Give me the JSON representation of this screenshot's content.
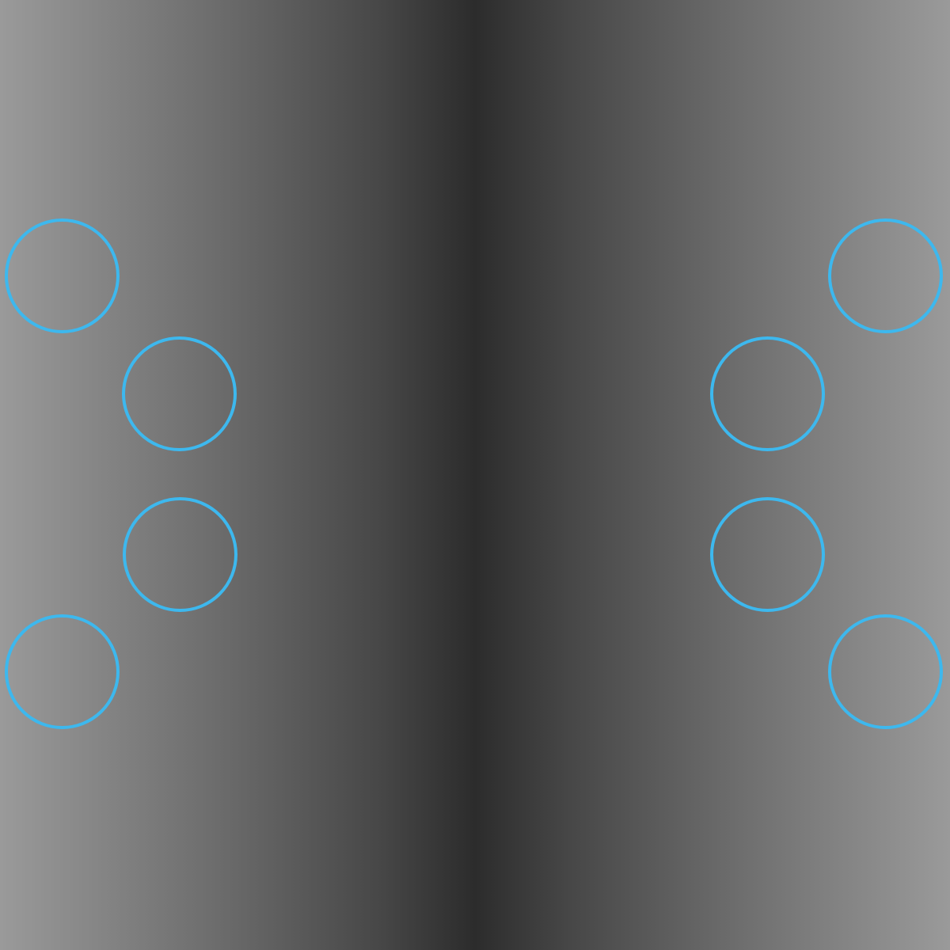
{
  "background": {
    "style": "horizontal-gradient",
    "edge_color": "#9a9a9a",
    "center_color": "#2c2c2c"
  },
  "rings": {
    "color": "#3db8ee",
    "count": 8,
    "fill": "none"
  }
}
